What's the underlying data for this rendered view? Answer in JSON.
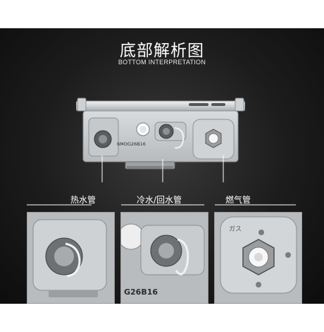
{
  "header": {
    "title": "底部解析图",
    "subtitle": "BOTTOM INTERPRETATION"
  },
  "unit": {
    "model_marking": "6MOG26B16"
  },
  "callouts": [
    {
      "label": "热水管"
    },
    {
      "label": "冷水/回水管"
    },
    {
      "label": "燃气管"
    }
  ],
  "details": {
    "cold_water_marking": "G26B16",
    "gas_marking": "ガス"
  },
  "colors": {
    "background_dark": "#1c1c1c",
    "text": "#ffffff",
    "leader_line": "#ffffff"
  }
}
